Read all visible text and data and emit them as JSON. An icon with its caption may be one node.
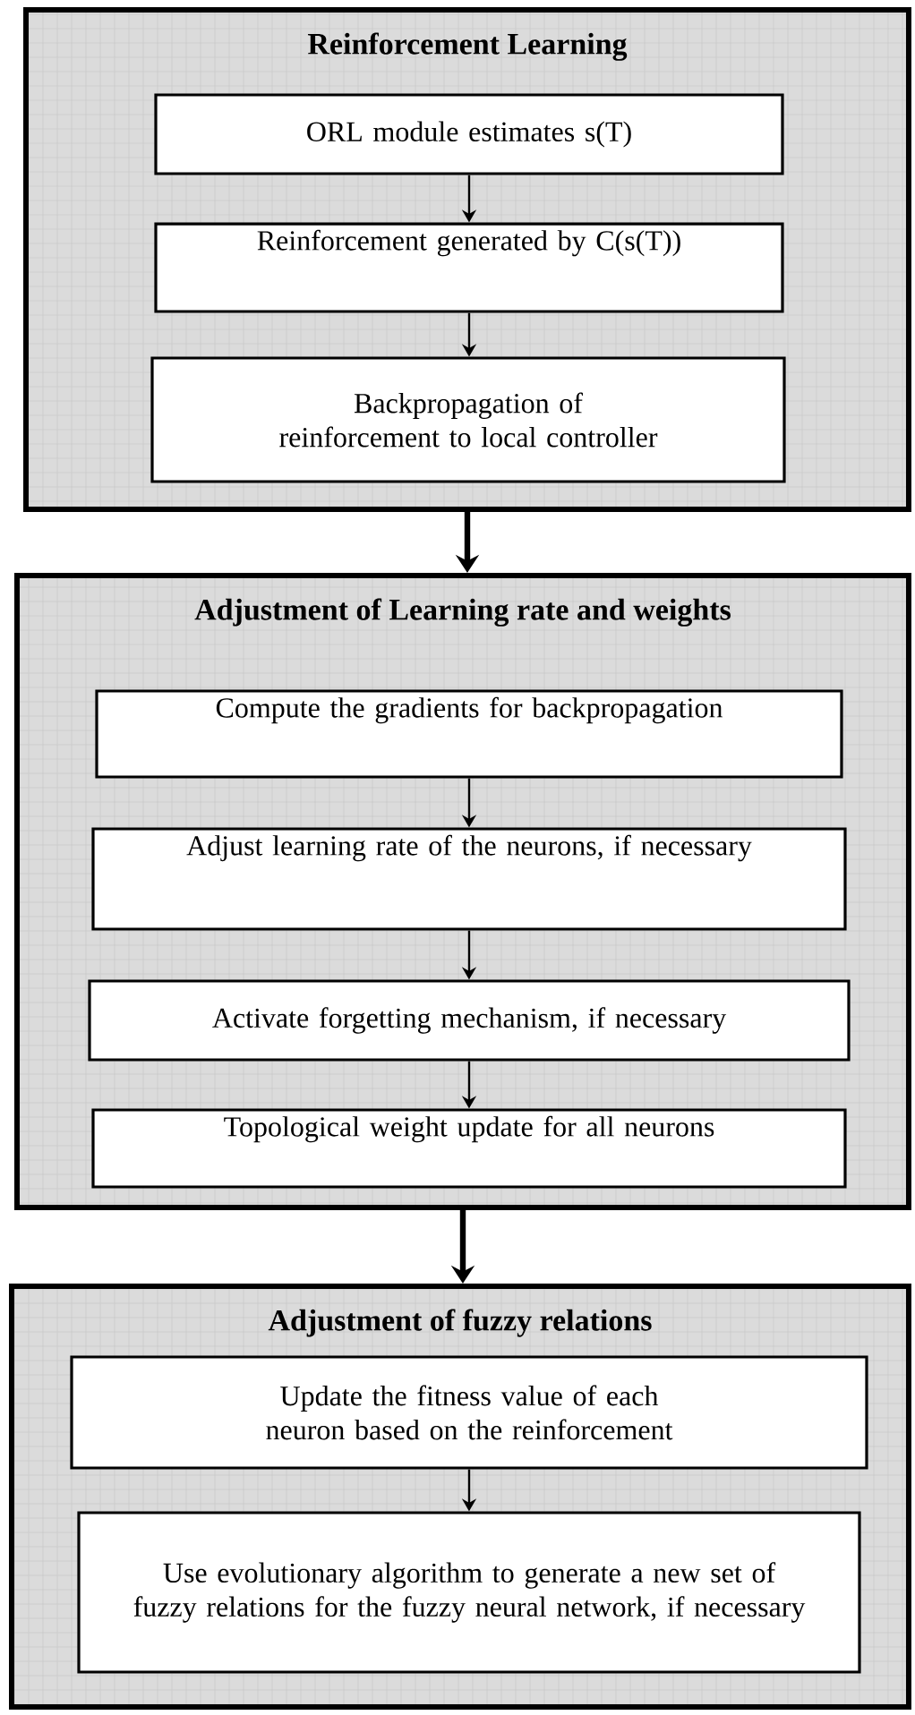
{
  "diagram": {
    "nodes": [
      {
        "text": [
          "Reinforcement Learning"
        ]
      },
      {
        "text": [
          "ORL module estimates s(T)"
        ],
        "in": 0
      },
      {
        "text": [
          "Reinforcement generated by C(s(T))"
        ],
        "in": 0
      },
      {
        "text": [
          "Backpropagation of reinforcement to local controller"
        ],
        "in": 0
      },
      {
        "text": [
          "Adjustment of Learning rate and weights"
        ]
      },
      {
        "text": [
          "Compute the gradients for backpropagation"
        ],
        "in": 4
      },
      {
        "text": [
          "Adjust learning rate of the neurons, if necessary"
        ],
        "in": 4
      },
      {
        "text": [
          "Activate forgetting mechanism, if necessary"
        ],
        "in": 4
      },
      {
        "text": [
          "Topological weight update for all neurons"
        ],
        "in": 4
      },
      {
        "text": [
          "Adjustment of fuzzy relations"
        ]
      },
      {
        "text": [
          "Update the fitness value of each neuron based on the reinforcement"
        ],
        "in": 9
      },
      {
        "text": [
          "Use evolutionary algorithm to generate a new set of fuzzy relations for the fuzzy neural network, if necessary"
        ],
        "in": 9
      }
    ],
    "edges": [
      {
        "from": 1,
        "to": 2,
        "arrow": "to"
      },
      {
        "from": 2,
        "to": 3,
        "arrow": "to"
      },
      {
        "from": 0,
        "to": 4,
        "arrow": "to",
        "style": "thick"
      },
      {
        "from": 5,
        "to": 6,
        "arrow": "to"
      },
      {
        "from": 6,
        "to": 7,
        "arrow": "to"
      },
      {
        "from": 7,
        "to": 8,
        "arrow": "to"
      },
      {
        "from": 4,
        "to": 9,
        "arrow": "to",
        "style": "thick"
      },
      {
        "from": 10,
        "to": 11,
        "arrow": "to"
      }
    ]
  }
}
